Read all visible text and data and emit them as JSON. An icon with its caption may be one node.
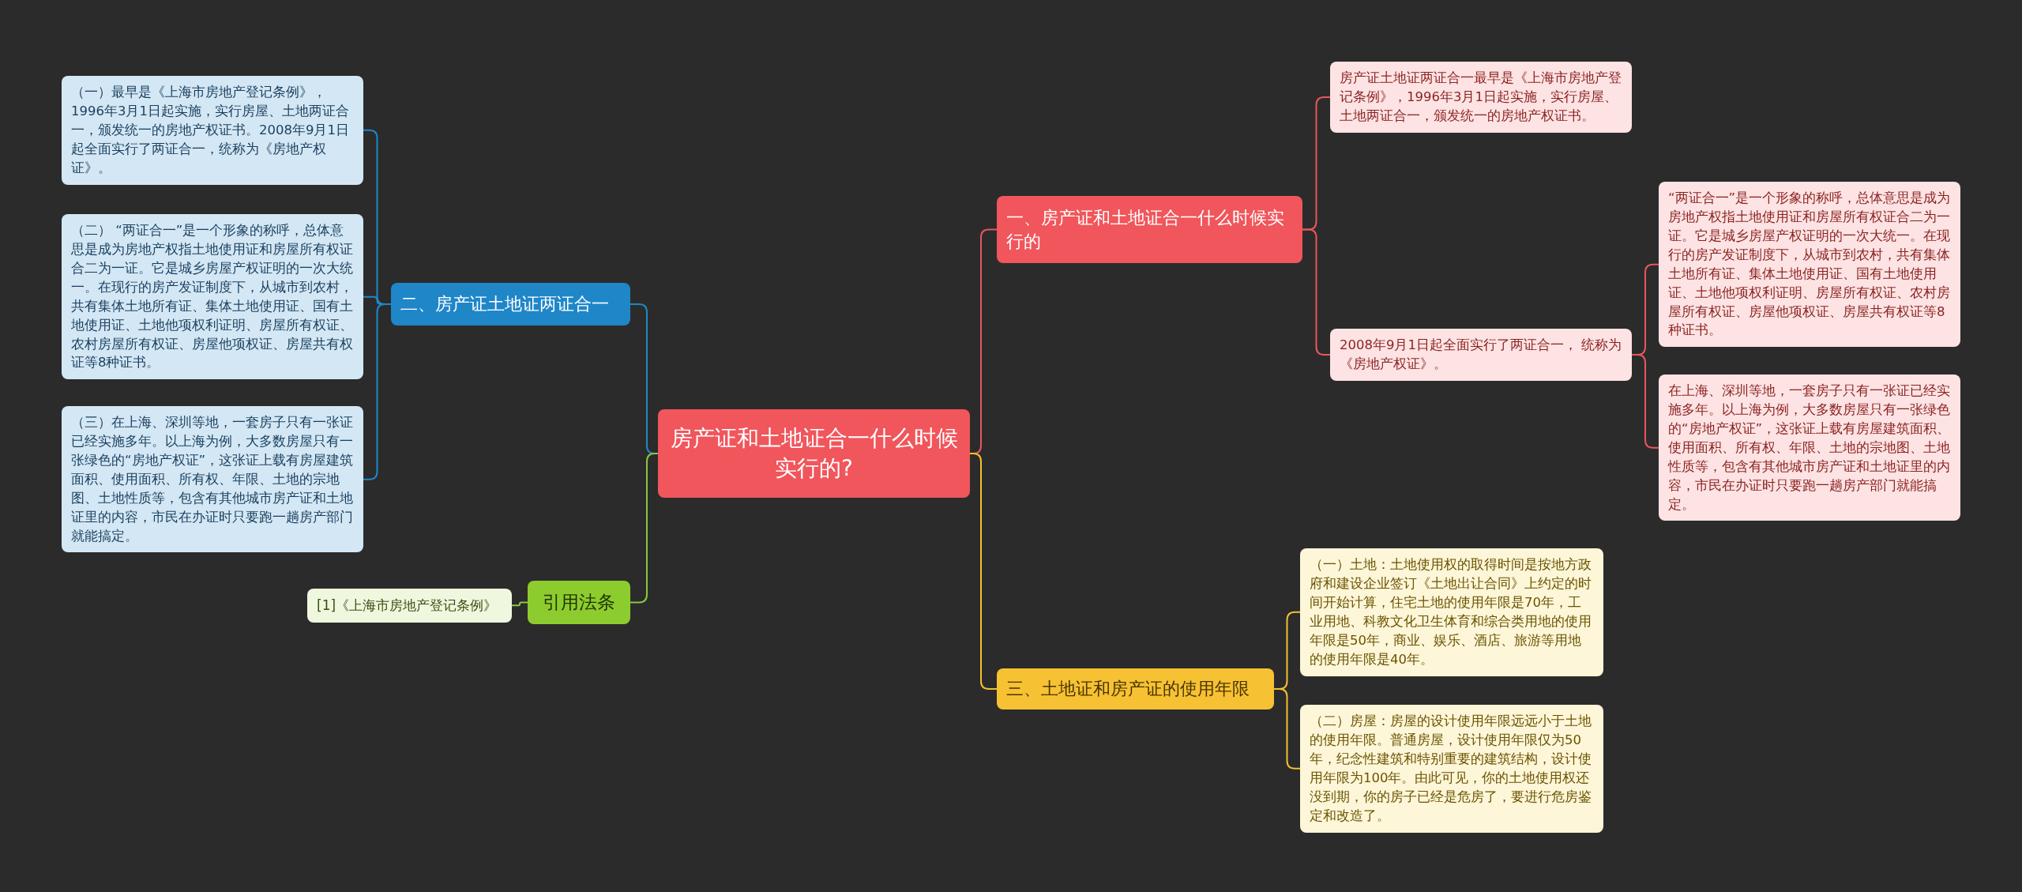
{
  "diagram": {
    "nodes": [
      {
        "text": [
          "房产证和土地证合一什么时候实行的?"
        ]
      },
      {
        "text": [
          "一、房产证和土地证合一什么时候实行的"
        ]
      },
      {
        "text": [
          "房产证土地证两证合一最早是《上海市房地产登记条例》，1996年3月1日起实施，实行房屋、土地两证合一，颁发统一的房地产权证书。"
        ]
      },
      {
        "text": [
          "2008年9月1日起全面实行了两证合一， 统称为《房地产权证》。"
        ]
      },
      {
        "text": [
          "“两证合一”是一个形象的称呼，总体意思是成为房地产权指土地使用证和房屋所有权证合二为一证。它是城乡房屋产权证明的一次大统一。在现行的房产发证制度下，从城市到农村，共有集体土地所有证、集体土地使用证、国有土地使用证、土地他项权利证明、房屋所有权证、农村房屋所有权证、房屋他项权证、房屋共有权证等8种证书。"
        ]
      },
      {
        "text": [
          "在上海、深圳等地，一套房子只有一张证已经实施多年。以上海为例，大多数房屋只有一张绿色的“房地产权证”，这张证上载有房屋建筑面积、使用面积、所有权、年限、土地的宗地图、土地性质等，包含有其他城市房产证和土地证里的内容，市民在办证时只要跑一趟房产部门就能搞定。"
        ]
      },
      {
        "text": [
          "二、房产证土地证两证合一"
        ]
      },
      {
        "text": [
          "（一）最早是《上海市房地产登记条例》，1996年3月1日起实施，实行房屋、土地两证合一，颁发统一的房地产权证书。2008年9月1日起全面实行了两证合一，统称为《房地产权证》。"
        ]
      },
      {
        "text": [
          "（二） “两证合一”是一个形象的称呼，总体意思是成为房地产权指土地使用证和房屋所有权证合二为一证。它是城乡房屋产权证明的一次大统一。在现行的房产发证制度下，从城市到农村，共有集体土地所有证、集体土地使用证、国有土地使用证、土地他项权利证明、房屋所有权证、农村房屋所有权证、房屋他项权证、房屋共有权证等8种证书。"
        ]
      },
      {
        "text": [
          "（三）在上海、深圳等地，一套房子只有一张证已经实施多年。以上海为例，大多数房屋只有一张绿色的“房地产权证”，这张证上载有房屋建筑面积、使用面积、所有权、年限、土地的宗地图、土地性质等，包含有其他城市房产证和土地证里的内容，市民在办证时只要跑一趟房产部门就能搞定。"
        ]
      },
      {
        "text": [
          "三、土地证和房产证的使用年限"
        ]
      },
      {
        "text": [
          "（一）土地：土地使用权的取得时间是按地方政府和建设企业签订《土地出让合同》上约定的时间开始计算，住宅土地的使用年限是70年，工业用地、科教文化卫生体育和综合类用地的使用年限是50年，商业、娱乐、酒店、旅游等用地的使用年限是40年。"
        ]
      },
      {
        "text": [
          "（二）房屋：房屋的设计使用年限远远小于土地的使用年限。普通房屋，设计使用年限仅为50年，纪念性建筑和特别重要的建筑结构，设计使用年限为100年。由此可见，你的土地使用权还没到期，你的房子已经是危房了，要进行危房鉴定和改造了。"
        ]
      },
      {
        "text": [
          "引用法条"
        ]
      },
      {
        "text": [
          "[1]《上海市房地产登记条例》"
        ]
      }
    ],
    "edges": [
      {
        "from": 0,
        "to": 1,
        "arrow": "none",
        "color": "#e8575c"
      },
      {
        "from": 1,
        "to": 2,
        "arrow": "none",
        "color": "#e8575c"
      },
      {
        "from": 1,
        "to": 3,
        "arrow": "none",
        "color": "#e8575c"
      },
      {
        "from": 3,
        "to": 4,
        "arrow": "none",
        "color": "#e8575c"
      },
      {
        "from": 3,
        "to": 5,
        "arrow": "none",
        "color": "#e8575c"
      },
      {
        "from": 0,
        "to": 6,
        "arrow": "none",
        "color": "#1e87c9"
      },
      {
        "from": 6,
        "to": 7,
        "arrow": "none",
        "color": "#1e87c9"
      },
      {
        "from": 6,
        "to": 8,
        "arrow": "none",
        "color": "#1e87c9"
      },
      {
        "from": 6,
        "to": 9,
        "arrow": "none",
        "color": "#1e87c9"
      },
      {
        "from": 0,
        "to": 10,
        "arrow": "none",
        "color": "#f2c12e"
      },
      {
        "from": 10,
        "to": 11,
        "arrow": "none",
        "color": "#f2c12e"
      },
      {
        "from": 10,
        "to": 12,
        "arrow": "none",
        "color": "#f2c12e"
      },
      {
        "from": 0,
        "to": 13,
        "arrow": "none",
        "color": "#8cc63f"
      },
      {
        "from": 13,
        "to": 14,
        "arrow": "none",
        "color": "#8cc63f"
      }
    ]
  }
}
